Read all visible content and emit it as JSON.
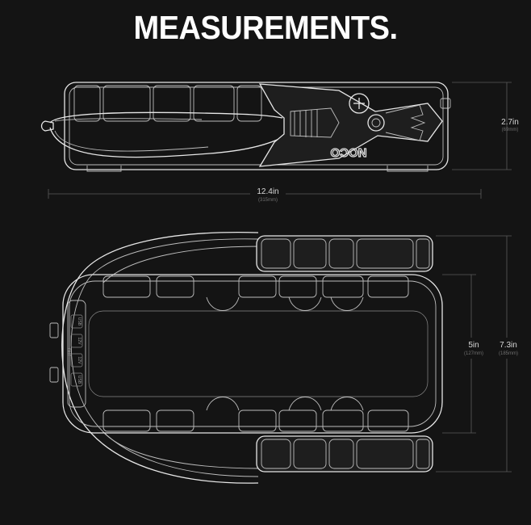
{
  "title": "MEASUREMENTS.",
  "dimensions": {
    "height": {
      "main": "2.7in",
      "sub": "(69mm)"
    },
    "length": {
      "main": "12.4in",
      "sub": "(315mm)"
    },
    "inner_width": {
      "main": "5in",
      "sub": "(127mm)"
    },
    "width": {
      "main": "7.3in",
      "sub": "(185mm)"
    }
  },
  "side_logo": "NOCO",
  "ports": {
    "p1": "USB",
    "p2": "12V",
    "p3": "OUT",
    "p4": "12V",
    "p5": "USB"
  },
  "colors": {
    "background": "#141414",
    "outline": "#e6e6e6",
    "dim_line": "#5a5a5a"
  }
}
